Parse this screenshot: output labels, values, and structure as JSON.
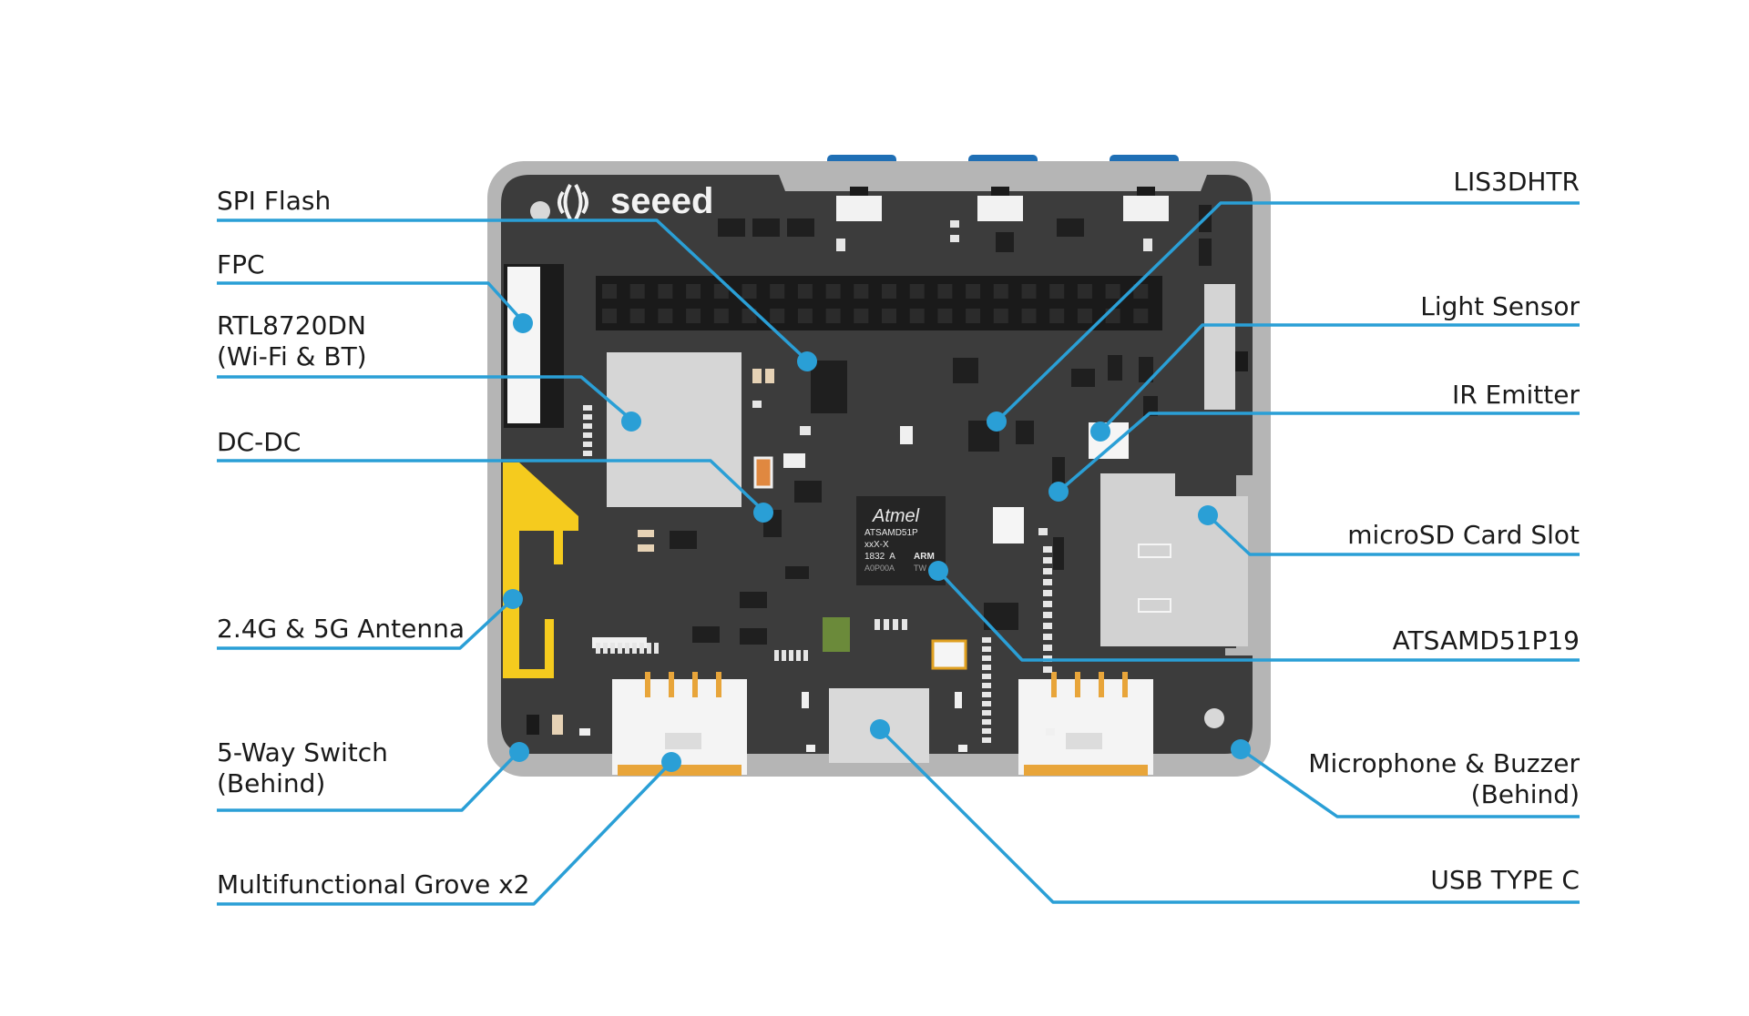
{
  "board": {
    "logo_text": "seeed",
    "mcu": {
      "brand": "Atmel",
      "line1": "ATSAMD51P",
      "line2": "xxX-X",
      "line3": "1832  A",
      "line3b": "ARM",
      "line4": "A0P00A",
      "line4b": "TW"
    }
  },
  "colors": {
    "callout": "#2a9fd6",
    "board_frame": "#b5b5b5",
    "pcb": "#3c3c3c",
    "antenna": "#f5cb1e",
    "text": "#1a1a1a"
  },
  "labels": {
    "spi_flash": "SPI Flash",
    "fpc": "FPC",
    "rtl_1": "RTL8720DN",
    "rtl_2": "(Wi-Fi & BT)",
    "dcdc": "DC-DC",
    "antenna": "2.4G & 5G Antenna",
    "switch_1": "5-Way Switch",
    "switch_2": "(Behind)",
    "grove": "Multifunctional Grove x2",
    "lis": "LIS3DHTR",
    "light": "Light Sensor",
    "ir": "IR Emitter",
    "sd": "microSD Card Slot",
    "mcu": "ATSAMD51P19",
    "mic_1": "Microphone & Buzzer",
    "mic_2": "(Behind)",
    "usb": "USB TYPE C"
  }
}
